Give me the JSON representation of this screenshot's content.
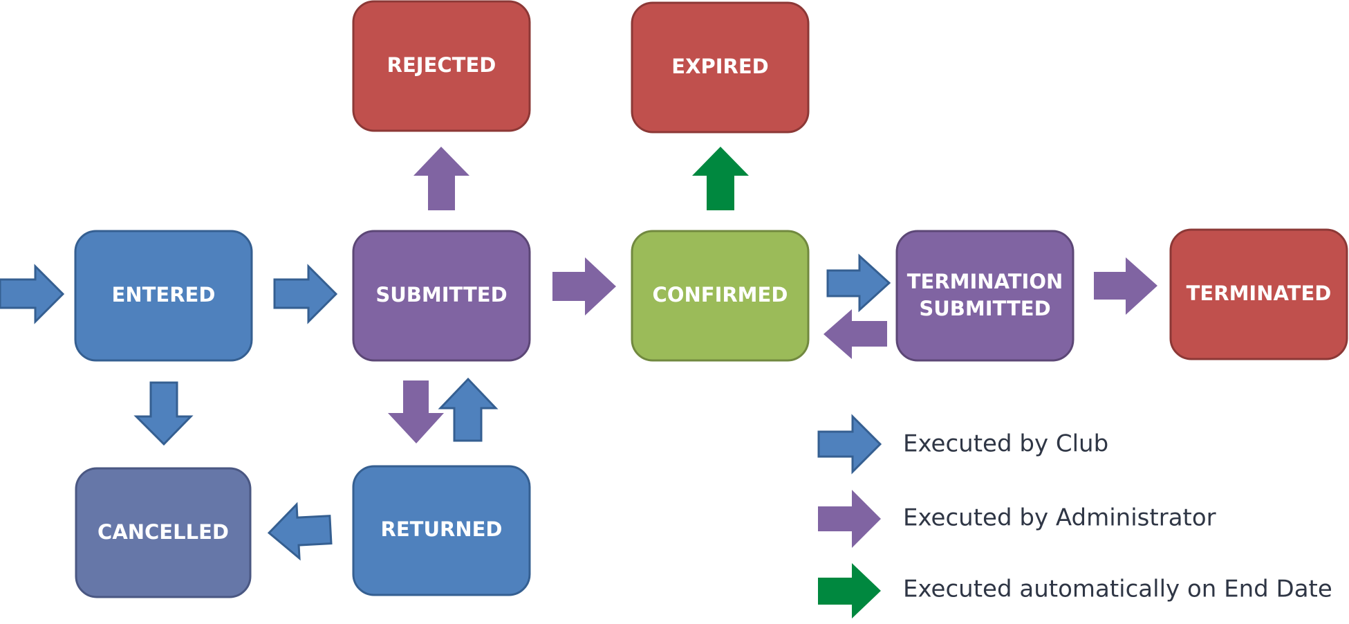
{
  "colors": {
    "club": "#4f81bd",
    "club_stroke": "#355f91",
    "admin": "#8064a2",
    "admin_stroke": "#5c4776",
    "auto": "#00883f",
    "confirmed_fill": "#9bbb59",
    "confirmed_stroke": "#71893f",
    "rejected_fill": "#c0504d",
    "rejected_stroke": "#8c3836",
    "cancelled_fill": "#6677a8",
    "cancelled_stroke": "#4a5782"
  },
  "states": {
    "entered": "ENTERED",
    "submitted": "SUBMITTED",
    "confirmed": "CONFIRMED",
    "termination_submitted_line1": "TERMINATION",
    "termination_submitted_line2": "SUBMITTED",
    "terminated": "TERMINATED",
    "rejected": "REJECTED",
    "expired": "EXPIRED",
    "cancelled": "CANCELLED",
    "returned": "RETURNED"
  },
  "legend": {
    "club": "Executed by Club",
    "admin": "Executed by Administrator",
    "auto": "Executed automatically on End Date"
  }
}
